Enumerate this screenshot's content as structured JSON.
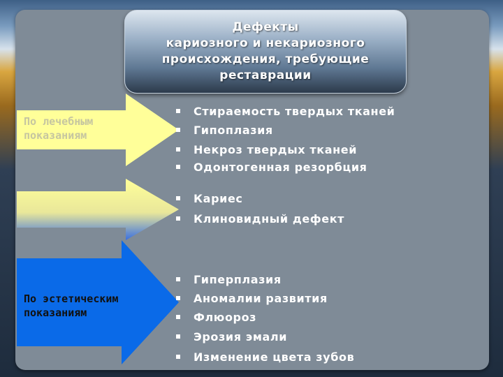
{
  "title": "Дефекты\nкариозного и некариозного\nпроисхождения, требующие\nреставрации",
  "arrows": [
    {
      "label": "По лечебным\nпоказаниям",
      "label_color": "#c6c6a0"
    },
    {
      "label": "",
      "label_color": "#000000"
    },
    {
      "label": "По эстетическим\nпоказаниям",
      "label_color": "#111111"
    }
  ],
  "colors": {
    "panel": "#7f8b97",
    "arrow1": "#ffff99",
    "arrow2_top": "#ffff99",
    "arrow2_bottom": "#3a6fe0",
    "arrow3": "#0a6ae8"
  },
  "bullets": [
    "Стираемость твердых тканей",
    "Гипоплазия",
    "Некроз твердых тканей",
    "Одонтогенная резорбция",
    "Кариес",
    "Клиновидный дефект",
    "Гиперплазия",
    "Аномалии развития",
    "Флюороз",
    "Эрозия эмали",
    "Изменение цвета зубов"
  ]
}
